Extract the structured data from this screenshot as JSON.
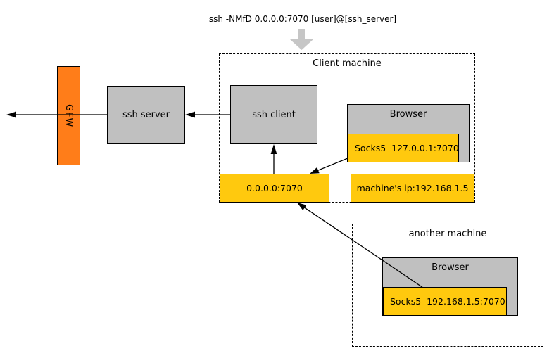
{
  "command": "ssh -NMfD 0.0.0.0:7070 [user]@[ssh_server]",
  "gfw": {
    "label": "GFW"
  },
  "ssh_server": {
    "label": "ssh server"
  },
  "client_machine": {
    "label": "Client machine",
    "ssh_client_label": "ssh client",
    "browser_label": "Browser",
    "socks_label": "Socks5  127.0.0.1:7070",
    "listen_label": "0.0.0.0:7070",
    "machine_ip_label": "machine's ip:192.168.1.5"
  },
  "another_machine": {
    "label": "another machine",
    "browser_label": "Browser",
    "socks_label": "Socks5  192.168.1.5:7070"
  },
  "colors": {
    "box_gray": "#c0c0c0",
    "highlight_yellow": "#ffc90e",
    "gfw_orange": "#ff7d19",
    "arrow_gray": "#c6c6c6",
    "line_black": "#000000"
  }
}
